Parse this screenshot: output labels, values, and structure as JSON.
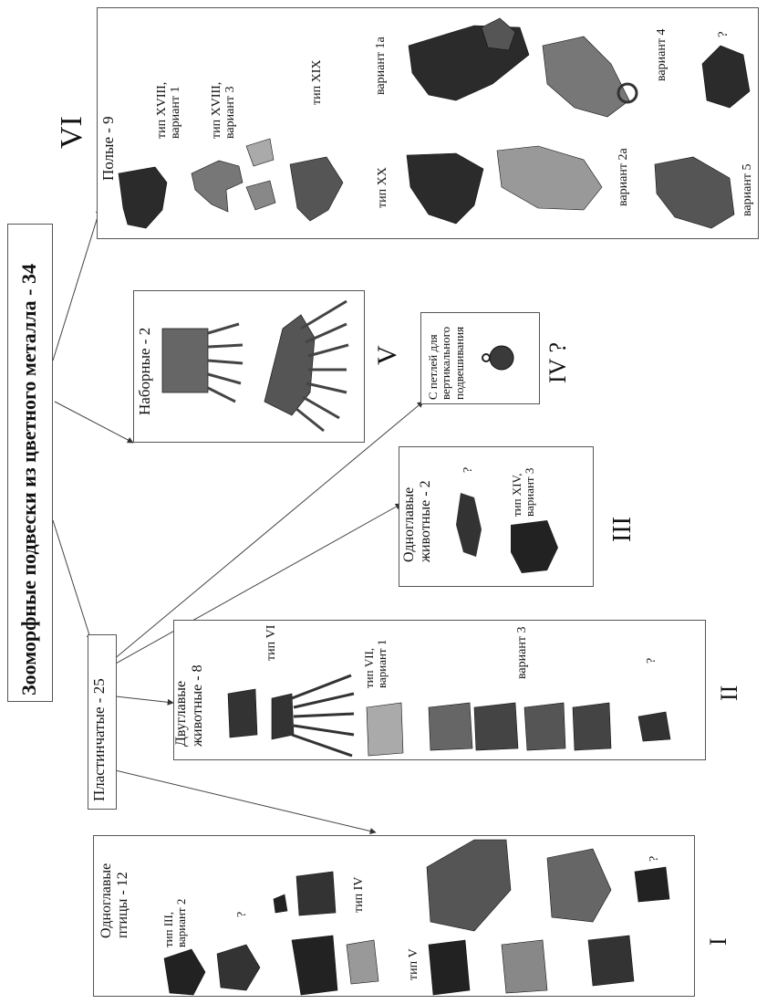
{
  "title": "Зооморфные подвески из цветного металла - 34",
  "groups": {
    "hollow": {
      "heading": "Полые - 9",
      "roman": "VI",
      "captions": {
        "t18v1": "тип XVIII,\nвариант 1",
        "t18v3": "тип XVIII,\nвариант 3",
        "t19": "тип XIX",
        "v1a": "вариант 1а",
        "v4": "вариант 4",
        "q": "?",
        "t20": "тип XX",
        "v2a": "вариант 2а",
        "v5": "вариант 5"
      }
    },
    "set": {
      "heading": "Наборные - 2",
      "roman": "V"
    },
    "loop": {
      "heading": "С петлей для\nвертикального\nподвешивания",
      "roman": "IV ?"
    },
    "onehead_animals": {
      "heading": "Одноглавые\nживотные - 2",
      "roman": "III",
      "captions": {
        "q": "?",
        "t14v3": "тип XIV,\nвариант 3"
      }
    },
    "plate": {
      "heading": "Пластинчатые - 25"
    },
    "twohead": {
      "heading": "Двуглавые\nживотные - 8",
      "roman": "II",
      "captions": {
        "t6": "тип VI",
        "t7v1": "тип VII,\nвариант 1",
        "v3": "вариант 3",
        "q": "?"
      }
    },
    "birds": {
      "heading": "Одноглавые\nптицы - 12",
      "roman": "I",
      "captions": {
        "t3v2": "тип III,\nвариант 2",
        "q": "?",
        "t4": "тип IV",
        "t5": "тип V",
        "q2": "?"
      }
    }
  },
  "colors": {
    "ink": "#111111",
    "metal_dark": "#2b2b2b",
    "metal_mid": "#6e6e6e",
    "metal_light": "#b5b5b5",
    "line": "#555555"
  }
}
